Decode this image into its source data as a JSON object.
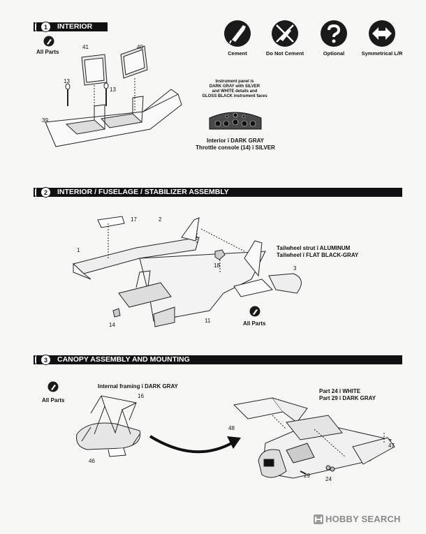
{
  "steps": [
    {
      "number": "1",
      "title": "INTERIOR"
    },
    {
      "number": "2",
      "title": "INTERIOR / FUSELAGE / STABILIZER ASSEMBLY"
    },
    {
      "number": "3",
      "title": "CANOPY ASSEMBLY AND MOUNTING"
    }
  ],
  "legend": {
    "cement": "Cement",
    "do_not_cement": "Do Not Cement",
    "optional": "Optional",
    "symmetrical": "Symmetrical L/R"
  },
  "all_parts": "All Parts",
  "step1": {
    "part_41": "41",
    "part_40": "40",
    "part_13a": "13",
    "part_13b": "13",
    "part_39": "39",
    "panel_note_1": "Instrument panel is",
    "panel_note_2": "DARK GRAY with SILVER",
    "panel_note_3": "and WHITE details and",
    "panel_note_4": "GLOSS BLACK instrument faces",
    "interior_color": "Interior ï  DARK GRAY",
    "throttle_color": "Throttle console (14) ï  SILVER"
  },
  "step2": {
    "part_17": "17",
    "part_2": "2",
    "part_1": "1",
    "part_18": "18",
    "part_3": "3",
    "part_14": "14",
    "part_11": "11",
    "tailwheel_strut": "Tailwheel strut ï  ALUMINUM",
    "tailwheel": "Tailwheel ï  FLAT BLACK-GRAY"
  },
  "step3": {
    "framing_note": "Internal framing ï  DARK GRAY",
    "part_16": "16",
    "part_46": "46",
    "part_48": "48",
    "part_47": "47",
    "part_29": "29",
    "part_24": "24",
    "part24_color": "Part 24 ï  WHITE",
    "part29_color": "Part 29 ï  DARK GRAY"
  },
  "watermark": "HOBBY SEARCH"
}
